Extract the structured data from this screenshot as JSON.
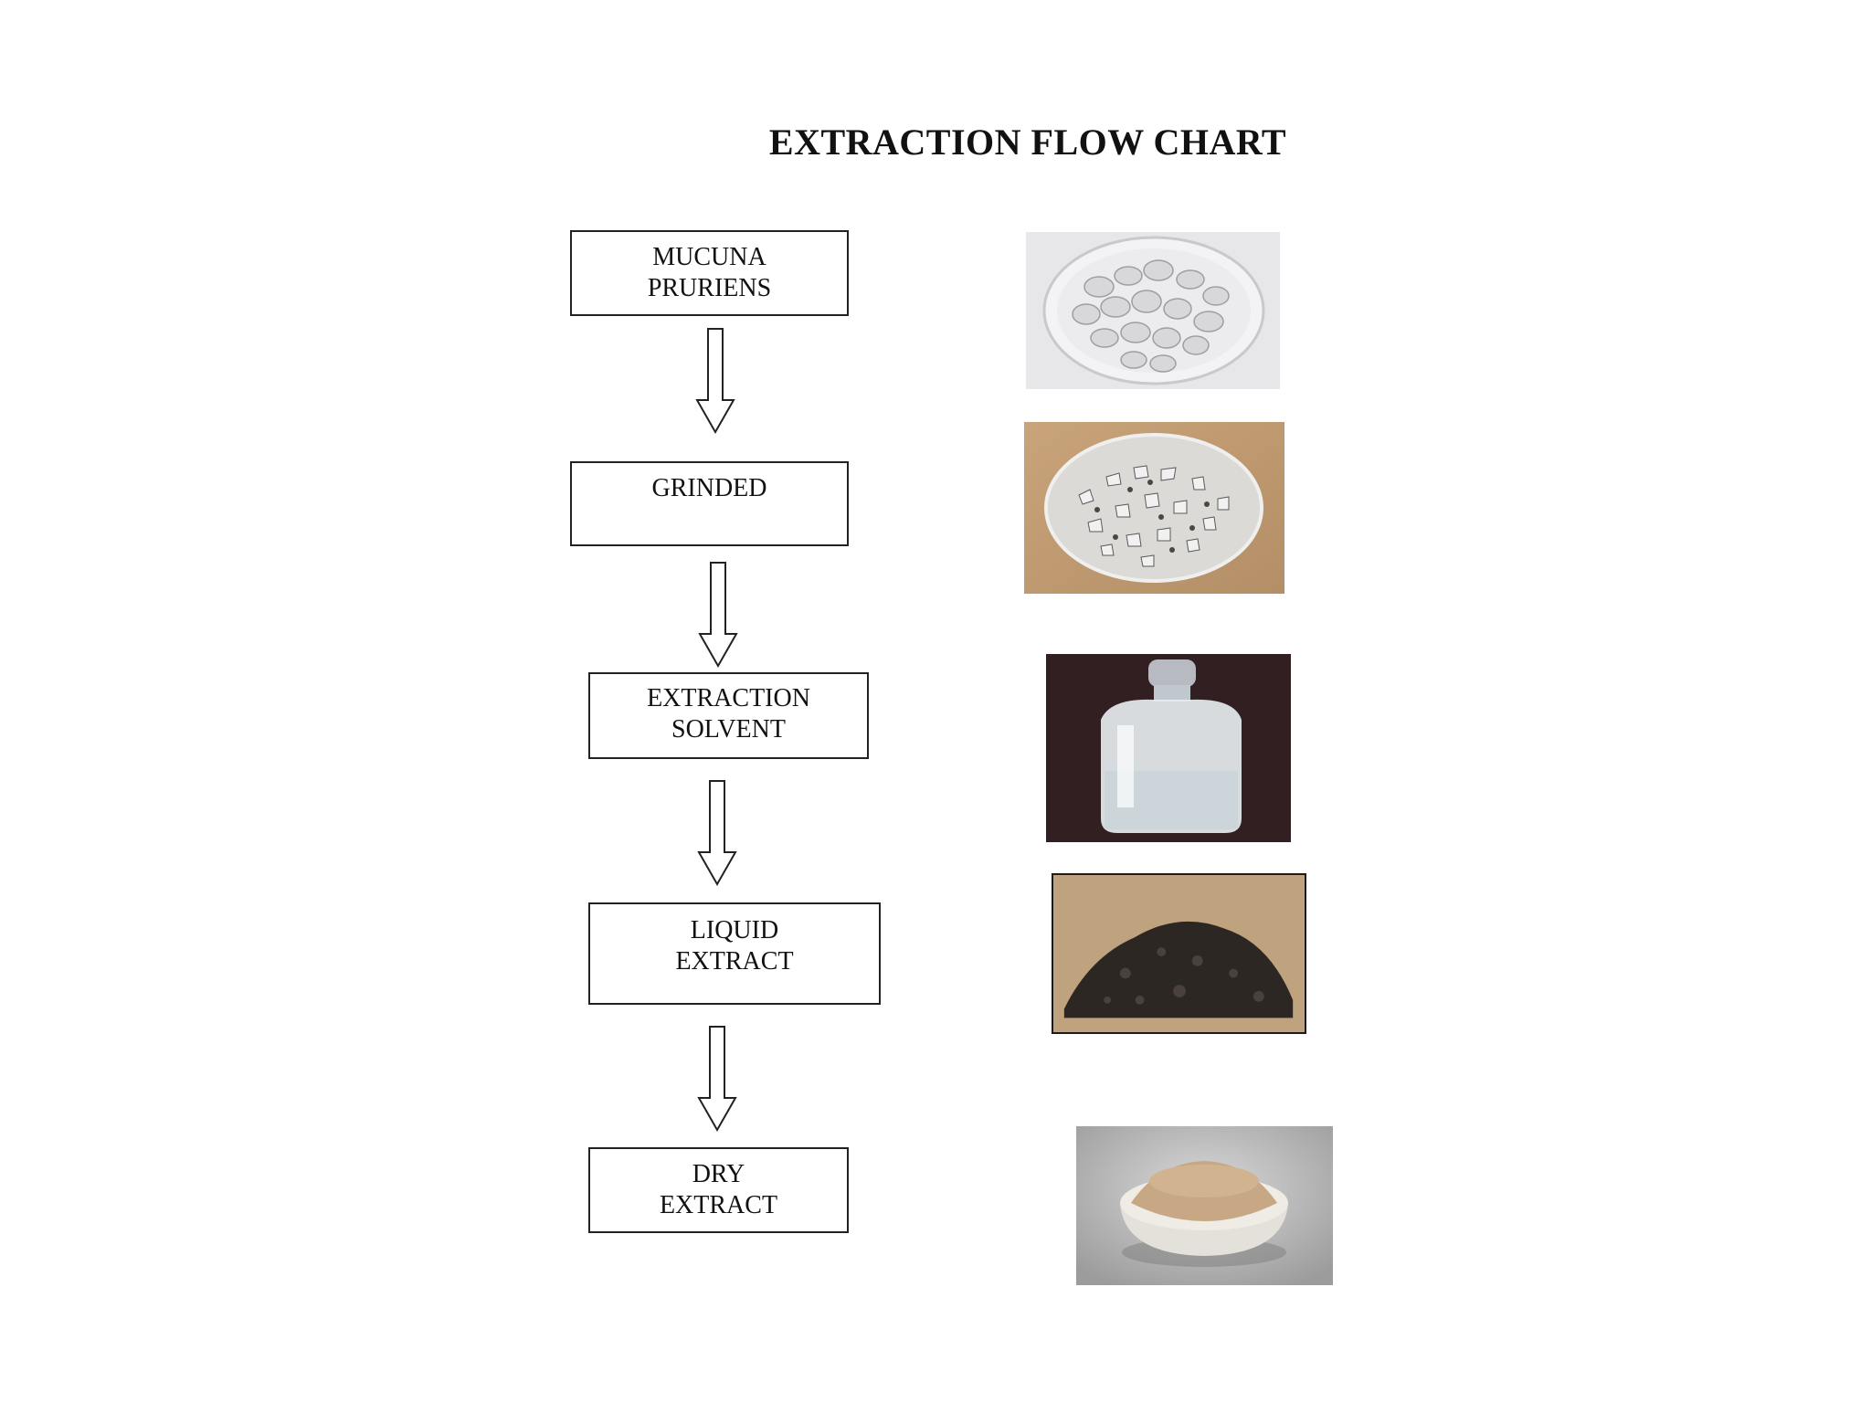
{
  "title": "EXTRACTION FLOW CHART",
  "steps": [
    {
      "line1": "MUCUNA",
      "line2": "PRURIENS"
    },
    {
      "line1": "GRINDED",
      "line2": ""
    },
    {
      "line1": "EXTRACTION",
      "line2": "SOLVENT"
    },
    {
      "line1": "LIQUID",
      "line2": "EXTRACT"
    },
    {
      "line1": "DRY",
      "line2": "EXTRACT"
    }
  ],
  "photos": [
    {
      "icon": "whole-seeds-in-petri-dish-photo"
    },
    {
      "icon": "ground-seeds-in-petri-dish-photo"
    },
    {
      "icon": "solvent-bottle-photo"
    },
    {
      "icon": "dark-wet-extract-photo"
    },
    {
      "icon": "dry-powder-bowl-photo"
    }
  ],
  "colors": {
    "line": "#222222",
    "background": "#ffffff"
  }
}
